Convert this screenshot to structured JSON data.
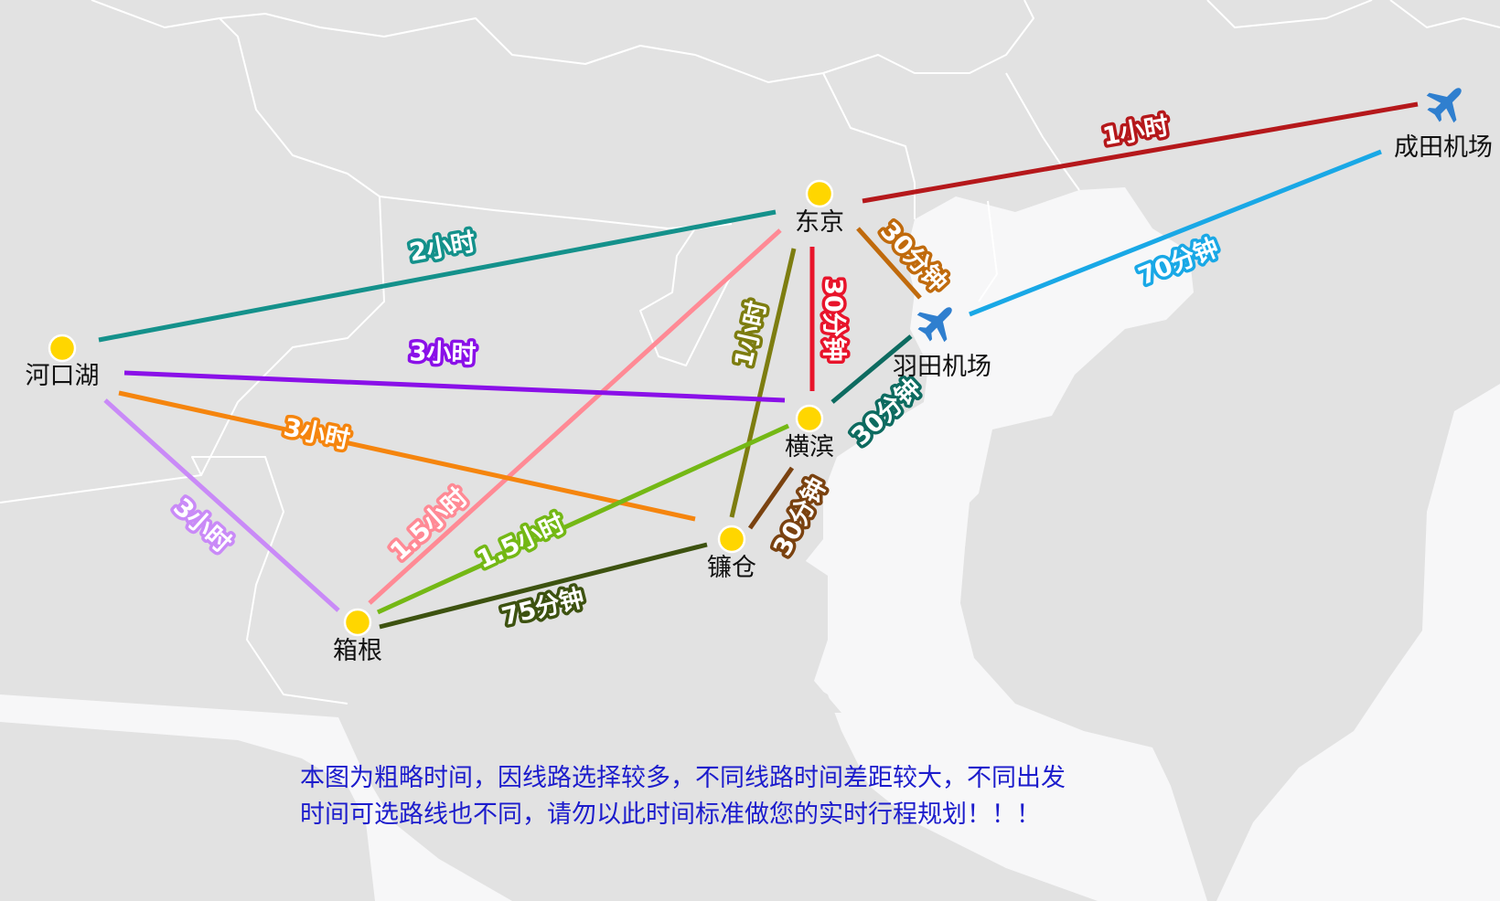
{
  "colors": {
    "land": "#e2e2e2",
    "sea": "#f7f7f8",
    "borders": "#ffffff",
    "city_dot": "#ffd600",
    "note_text": "#1c1ccc",
    "airport_icon": "#2f7fcf"
  },
  "cities": {
    "tokyo": "东京",
    "kawaguchiko": "河口湖",
    "yokohama": "横滨",
    "kamakura": "镰仓",
    "hakone": "箱根",
    "haneda": "羽田机场",
    "narita": "成田机场"
  },
  "routes": {
    "tokyo_narita": {
      "label": "1小时",
      "color": "#b5181b"
    },
    "tokyo_kawaguchiko": {
      "label": "2小时",
      "color": "#14918b"
    },
    "tokyo_haneda": {
      "label": "30分钟",
      "color": "#c06a0c"
    },
    "tokyo_yokohama": {
      "label": "30分钟",
      "color": "#e8142b"
    },
    "tokyo_kamakura": {
      "label": "1小时",
      "color": "#7d7d10"
    },
    "tokyo_hakone": {
      "label": "1.5小时",
      "color": "#ff8a95"
    },
    "haneda_narita": {
      "label": "70分钟",
      "color": "#19a8e6"
    },
    "kawaguchiko_yokohama": {
      "label": "3小时",
      "color": "#8a10e8"
    },
    "kawaguchiko_kamakura": {
      "label": "3小时",
      "color": "#f5850e"
    },
    "kawaguchiko_hakone": {
      "label": "3小时",
      "color": "#c98af7"
    },
    "yokohama_haneda": {
      "label": "30分钟",
      "color": "#0d6b60"
    },
    "yokohama_hakone": {
      "label": "1.5小时",
      "color": "#74b815"
    },
    "yokohama_kamakura": {
      "label": "30分钟",
      "color": "#7a4210"
    },
    "hakone_kamakura": {
      "label": "75分钟",
      "color": "#3d5210"
    }
  },
  "icons": {
    "haneda": "airplane-icon",
    "narita": "airplane-icon"
  },
  "note": {
    "line1": "本图为粗略时间，因线路选择较多，不同线路时间差距较大，不同出发",
    "line2": "时间可选路线也不同，请勿以此时间标准做您的实时行程规划！！！"
  }
}
